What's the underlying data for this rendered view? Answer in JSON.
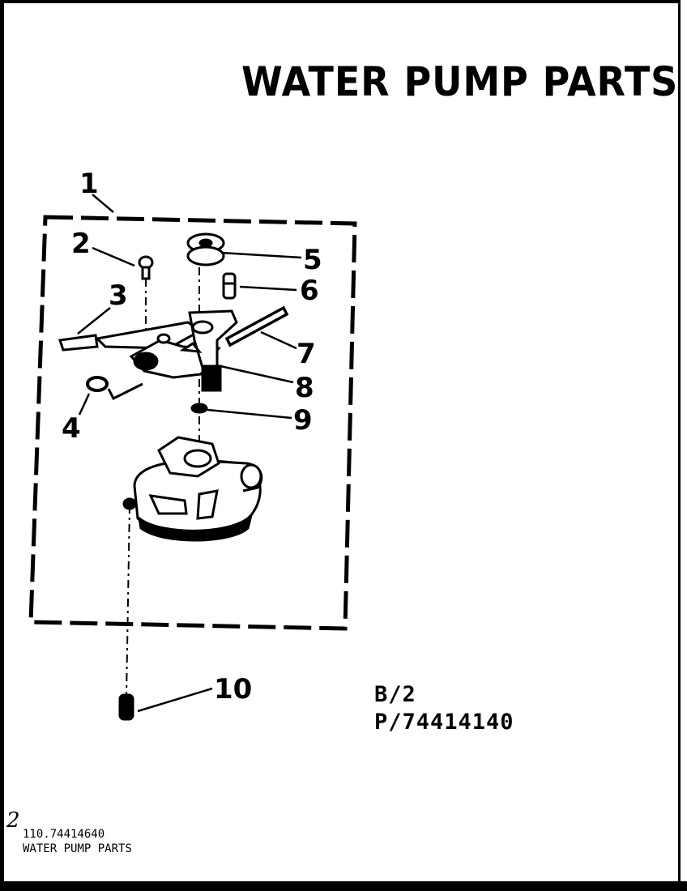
{
  "title": "WATER PUMP PARTS",
  "callouts": [
    {
      "id": "1",
      "label": "1"
    },
    {
      "id": "2",
      "label": "2"
    },
    {
      "id": "3",
      "label": "3"
    },
    {
      "id": "4",
      "label": "4"
    },
    {
      "id": "5",
      "label": "5"
    },
    {
      "id": "6",
      "label": "6"
    },
    {
      "id": "7",
      "label": "7"
    },
    {
      "id": "8",
      "label": "8"
    },
    {
      "id": "9",
      "label": "9"
    },
    {
      "id": "10",
      "label": "10"
    }
  ],
  "reference": {
    "line1": "B/2",
    "line2": "P/74414140"
  },
  "footer": {
    "page_mark": "2",
    "code": "110.74414640",
    "name": "WATER PUMP PARTS"
  }
}
